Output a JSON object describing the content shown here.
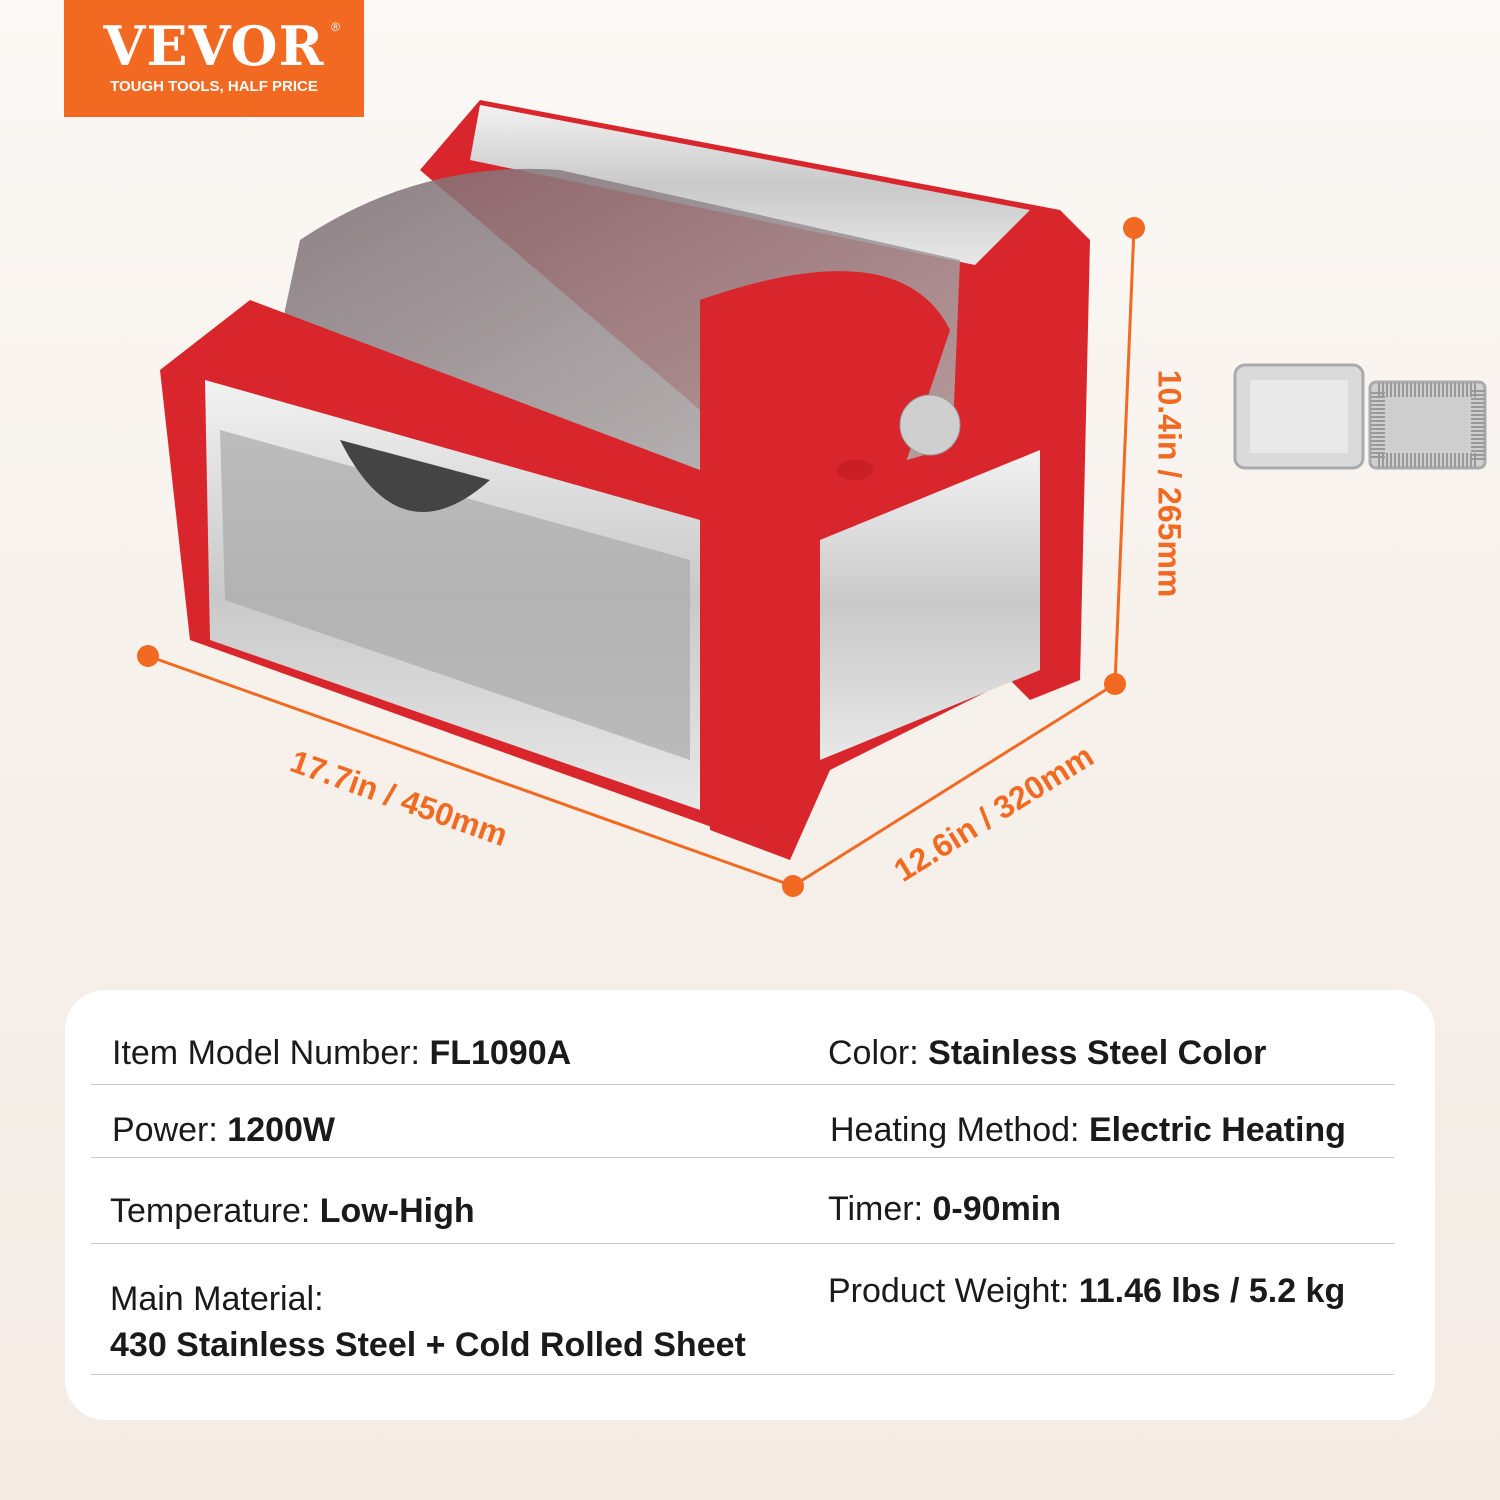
{
  "logo": {
    "brand": "VEVOR",
    "tagline": "TOUGH TOOLS, HALF PRICE",
    "registered": "®"
  },
  "dimensions": {
    "width": "17.7in / 450mm",
    "depth": "12.6in / 320mm",
    "height": "10.4in / 265mm"
  },
  "colors": {
    "accent": "#f26a21",
    "product_red": "#d9262c"
  },
  "specs": [
    {
      "label": "Item Model Number:",
      "value": "FL1090A"
    },
    {
      "label": "Color:",
      "value": "Stainless Steel Color"
    },
    {
      "label": "Power:",
      "value": "1200W"
    },
    {
      "label": "Heating Method:",
      "value": "Electric Heating"
    },
    {
      "label": "Temperature:",
      "value": "Low-High"
    },
    {
      "label": "Timer:",
      "value": "0-90min"
    },
    {
      "label": "Main Material:",
      "value": "430 Stainless Steel + Cold Rolled Sheet"
    },
    {
      "label": "Product Weight:",
      "value": "11.46 lbs / 5.2 kg"
    }
  ]
}
